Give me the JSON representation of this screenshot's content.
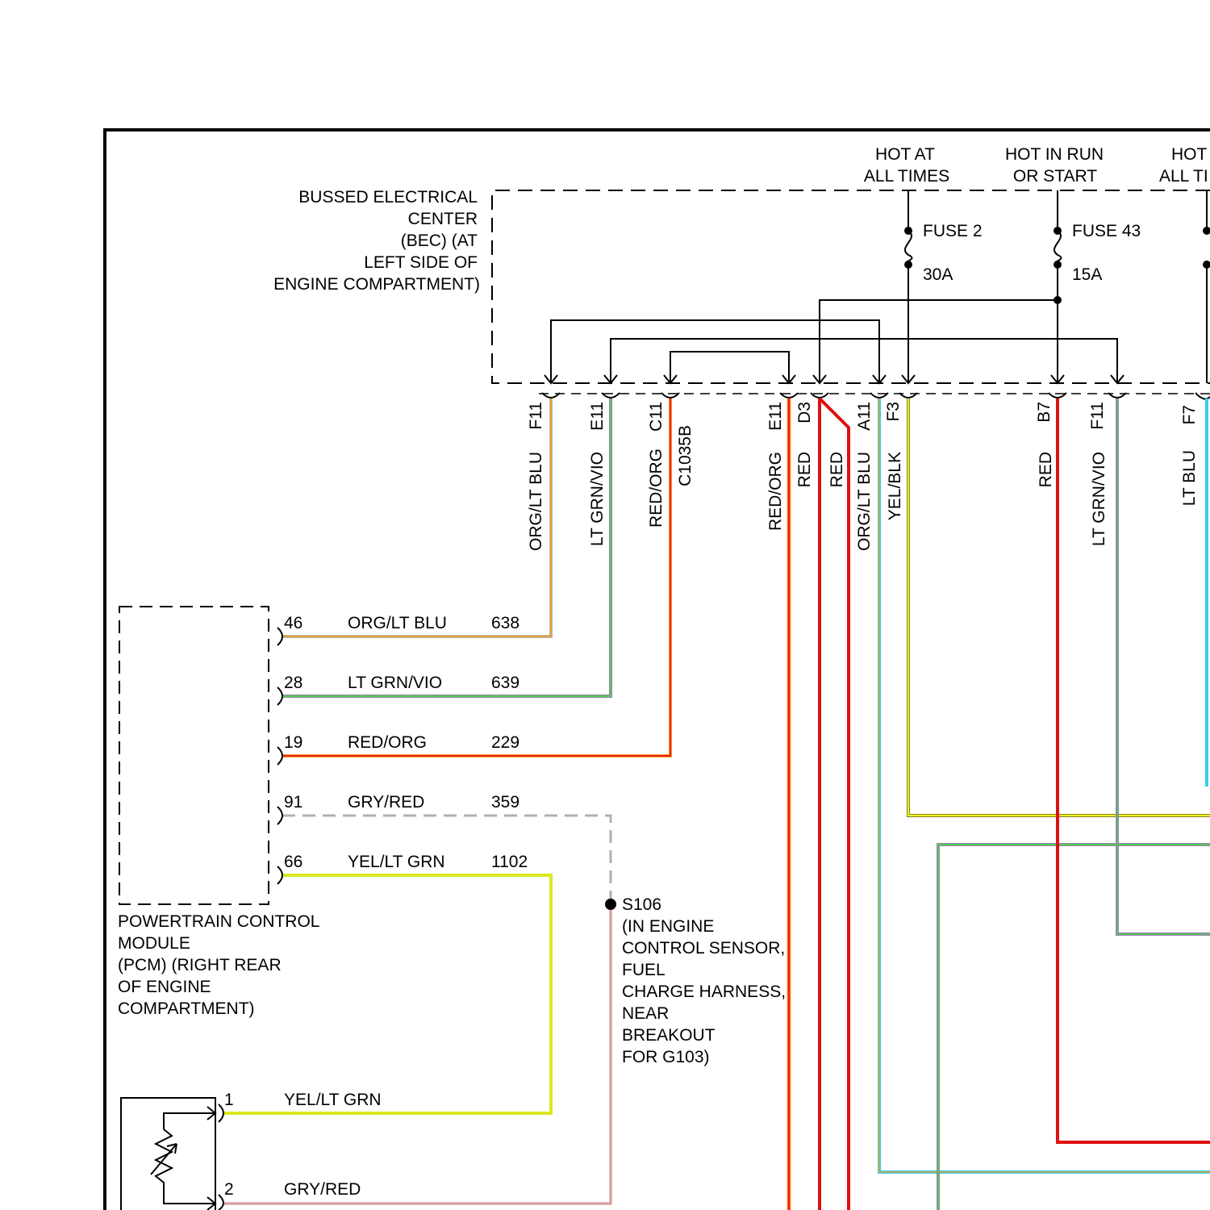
{
  "power": {
    "hot_at_all_times_1": "HOT AT",
    "hot_at_all_times_2": "ALL TIMES",
    "hot_run_start_1": "HOT IN RUN",
    "hot_run_start_2": "OR START",
    "hot_partial_1": "HOT",
    "hot_partial_2": "ALL TI"
  },
  "bec": {
    "lines": [
      "BUSSED ELECTRICAL",
      "CENTER",
      "(BEC) (AT",
      "LEFT SIDE OF",
      "ENGINE COMPARTMENT)"
    ]
  },
  "fuses": [
    {
      "name": "FUSE 2",
      "rating": "30A"
    },
    {
      "name": "FUSE 43",
      "rating": "15A"
    }
  ],
  "bec_pins": [
    {
      "pin": "F11",
      "color_label": "ORG/LT BLU",
      "wire_color": "#e8a030"
    },
    {
      "pin": "E11",
      "color_label": "LT GRN/VIO",
      "wire_color": "#4fcf4f"
    },
    {
      "pin": "C11",
      "color_label": "RED/ORG",
      "wire_color": "#f04020"
    },
    {
      "pin": "E11",
      "color_label": "RED/ORG",
      "wire_color": "#f04020"
    },
    {
      "pin": "D3",
      "color_label": "RED",
      "wire_color": "#e01010"
    },
    {
      "pin": "",
      "color_label": "RED",
      "wire_color": "#e01010"
    },
    {
      "pin": "A11",
      "color_label": "ORG/LT BLU",
      "wire_color": "#e8a030"
    },
    {
      "pin": "F3",
      "color_label": "YEL/BLK",
      "wire_color": "#e8e020"
    },
    {
      "pin": "B7",
      "color_label": "RED",
      "wire_color": "#e01010"
    },
    {
      "pin": "F11",
      "color_label": "LT GRN/VIO",
      "wire_color": "#4fcf4f"
    },
    {
      "pin": "F7",
      "color_label": "LT BLU",
      "wire_color": "#30d0f0"
    }
  ],
  "bec_connector": "C1035B",
  "pcm": {
    "label_lines": [
      "POWERTRAIN CONTROL",
      "MODULE",
      "(PCM) (RIGHT REAR",
      "OF ENGINE",
      "COMPARTMENT)"
    ],
    "circuits": [
      {
        "pin": "46",
        "color": "ORG/LT BLU",
        "circuit": "638"
      },
      {
        "pin": "28",
        "color": "LT GRN/VIO",
        "circuit": "639"
      },
      {
        "pin": "19",
        "color": "RED/ORG",
        "circuit": "229"
      },
      {
        "pin": "91",
        "color": "GRY/RED",
        "circuit": "359"
      },
      {
        "pin": "66",
        "color": "YEL/LT GRN",
        "circuit": "1102"
      }
    ]
  },
  "splice": {
    "lines": [
      "S106",
      "(IN ENGINE",
      "CONTROL SENSOR,",
      "FUEL",
      "CHARGE HARNESS,",
      "NEAR",
      "BREAKOUT",
      "FOR G103)"
    ]
  },
  "sensor": {
    "pins": [
      {
        "pin": "1",
        "color": "YEL/LT GRN"
      },
      {
        "pin": "2",
        "color": "GRY/RED"
      }
    ]
  },
  "colors": {
    "org_lt_blu": "#e8a030",
    "lt_grn_vio": "#4fcf4f",
    "red_org": "#f04020",
    "red": "#e01010",
    "gry_red": "#b0b0b0",
    "yel_lt_grn": "#c8f020",
    "yel_blk": "#e8e020",
    "lt_blu": "#30d0f0"
  }
}
